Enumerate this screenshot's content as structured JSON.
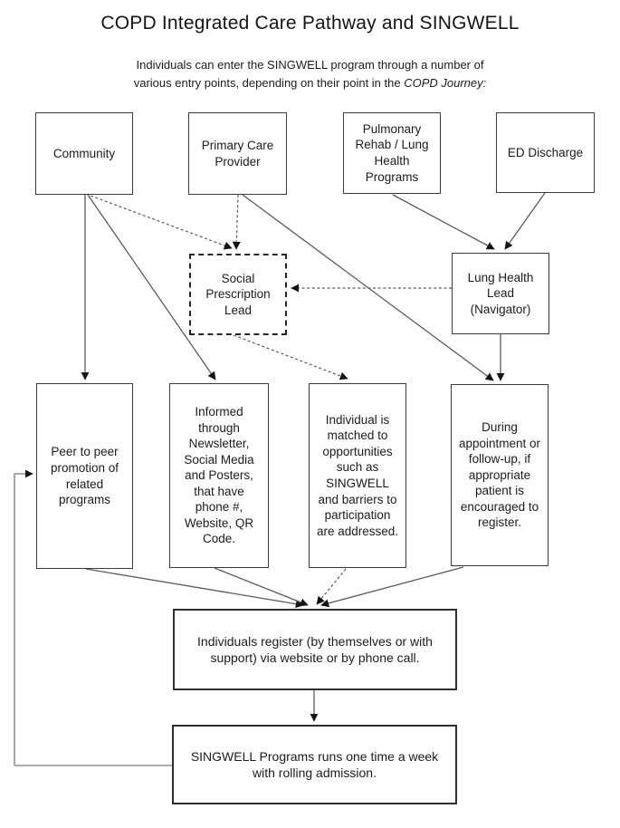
{
  "diagram": {
    "title": "COPD Integrated Care Pathway and SINGWELL",
    "subtitle": {
      "line1": "Individuals can enter the SINGWELL program through a number of",
      "line2_plain": "various entry points, depending on their point in the ",
      "line2_italic": "COPD Journey:"
    },
    "nodes": {
      "community": {
        "label": "Community"
      },
      "primary_care": {
        "label": "Primary Care Provider"
      },
      "pulmonary_rehab": {
        "label": "Pulmonary Rehab / Lung Health Programs"
      },
      "ed_discharge": {
        "label": "ED Discharge"
      },
      "social_prescription": {
        "label": "Social Prescription Lead"
      },
      "lung_health_lead": {
        "label": "Lung Health Lead (Navigator)"
      },
      "peer_promotion": {
        "label": "Peer to peer promotion of related programs"
      },
      "informed": {
        "label": "Informed through Newsletter, Social Media and Posters, that have phone #, Website, QR Code."
      },
      "matched": {
        "label": "Individual is matched to opportunities such as SINGWELL and barriers to participation are addressed."
      },
      "during_appointment": {
        "label": "During appointment or follow-up, if appropriate patient is encouraged to register."
      },
      "register": {
        "label": "Individuals register (by themselves or with support) via website or by phone call."
      },
      "singwell_program": {
        "label": "SINGWELL Programs runs one time a week with rolling admission."
      }
    },
    "colors": {
      "line": "#5a5a5a",
      "loop_line": "#7a7a7a",
      "arrowhead": "#141414",
      "border": "#3a3a3a",
      "background": "#ffffff"
    }
  }
}
